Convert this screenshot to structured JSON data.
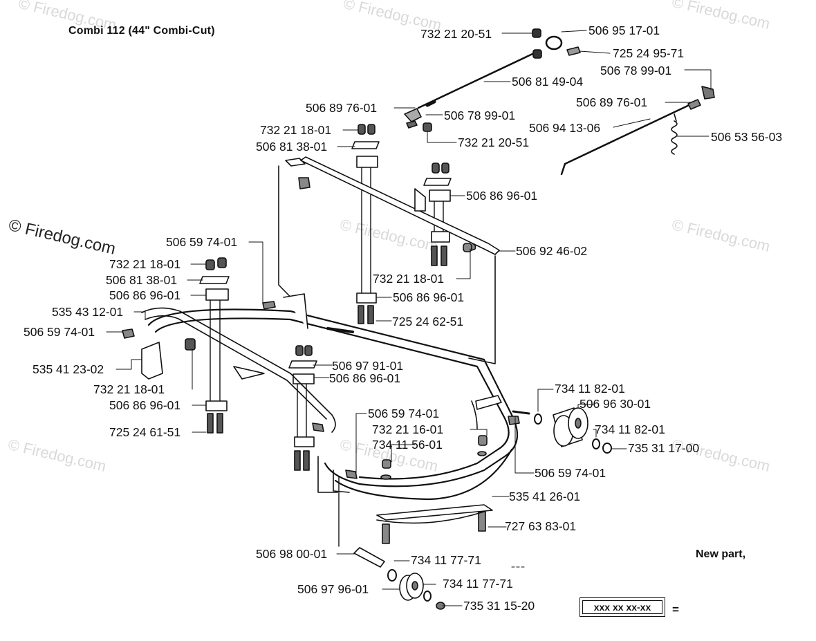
{
  "title": "Combi 112 (44\" Combi-Cut)",
  "watermark": "© Firedog.com",
  "parts": [
    "732 21 20-51",
    "506 95 17-01",
    "725 24 95-71",
    "506 81 49-04",
    "506 78 99-01",
    "506 89 76-01",
    "506 78 99-01",
    "506 89 76-01",
    "732 21 18-01",
    "506 94 13-06",
    "506 53 56-03",
    "506 81 38-01",
    "732 21 20-51",
    "506 86 96-01",
    "506 59 74-01",
    "506 92 46-02",
    "732 21 18-01",
    "506 81 38-01",
    "732 21 18-01",
    "506 86 96-01",
    "506 86 96-01",
    "535 43 12-01",
    "725 24 62-51",
    "506 59 74-01",
    "506 97 91-01",
    "535 41 23-02",
    "506 86 96-01",
    "732 21 18-01",
    "734 11 82-01",
    "506 86 96-01",
    "506 96 30-01",
    "506 59 74-01",
    "725 24 61-51",
    "732 21 16-01",
    "734 11 82-01",
    "734 11 56-01",
    "735 31 17-00",
    "506 59 74-01",
    "535 41 26-01",
    "727 63 83-01",
    "506 98 00-01",
    "734 11 77-71",
    "734 11 77-71",
    "506 97 96-01",
    "735 31 15-20"
  ],
  "new_part_label": "New part,",
  "legend_code": "xxx xx xx-xx",
  "legend_eq": "="
}
